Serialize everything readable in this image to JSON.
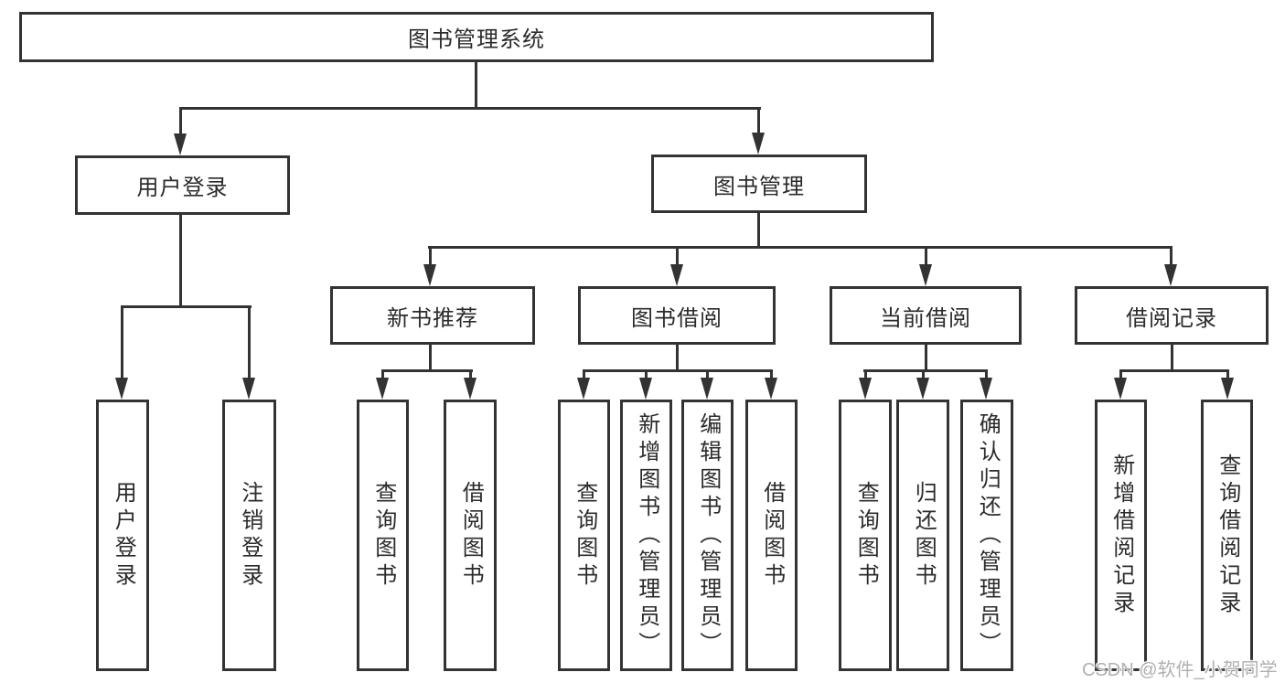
{
  "colors": {
    "line": "#333333",
    "text": "#2b2b2b",
    "background": "#ffffff",
    "watermark": "#b0b0b0"
  },
  "diagram": {
    "root": {
      "label": "图书管理系统"
    },
    "branches": [
      {
        "label": "用户登录",
        "leaves": [
          "用户登录",
          "注销登录"
        ]
      },
      {
        "label": "图书管理",
        "sections": [
          {
            "label": "新书推荐",
            "leaves": [
              "查询图书",
              "借阅图书"
            ]
          },
          {
            "label": "图书借阅",
            "leaves": [
              "查询图书",
              "新增图书（管理员）",
              "编辑图书（管理员）",
              "借阅图书"
            ]
          },
          {
            "label": "当前借阅",
            "leaves": [
              "查询图书",
              "归还图书",
              "确认归还（管理员）"
            ]
          },
          {
            "label": "借阅记录",
            "leaves": [
              "新增借阅记录",
              "查询借阅记录"
            ]
          }
        ]
      }
    ]
  },
  "watermark": {
    "text": "CSDN @软件_小贺同学"
  }
}
